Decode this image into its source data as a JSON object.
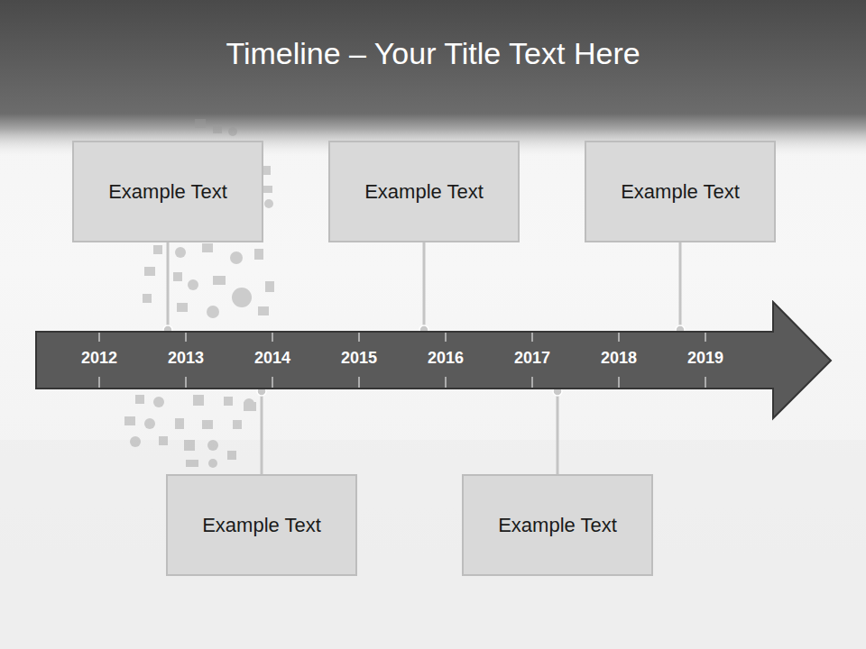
{
  "diagram": {
    "title": "Timeline – Your Title Text Here",
    "nodes": [
      {
        "text": [
          "Example Text"
        ]
      },
      {
        "text": [
          "Example Text"
        ]
      },
      {
        "text": [
          "Example Text"
        ]
      },
      {
        "text": [
          "2012",
          "2013",
          "2014",
          "2015",
          "2016",
          "2017",
          "2018",
          "2019"
        ]
      },
      {
        "text": [
          "Example Text"
        ]
      },
      {
        "text": [
          "Example Text"
        ]
      }
    ],
    "edges": [
      {
        "from": 0,
        "to": 3,
        "arrow": "none"
      },
      {
        "from": 1,
        "to": 3,
        "arrow": "none"
      },
      {
        "from": 2,
        "to": 3,
        "arrow": "none"
      },
      {
        "from": 3,
        "to": 4,
        "arrow": "none"
      },
      {
        "from": 3,
        "to": 5,
        "arrow": "none"
      }
    ]
  }
}
